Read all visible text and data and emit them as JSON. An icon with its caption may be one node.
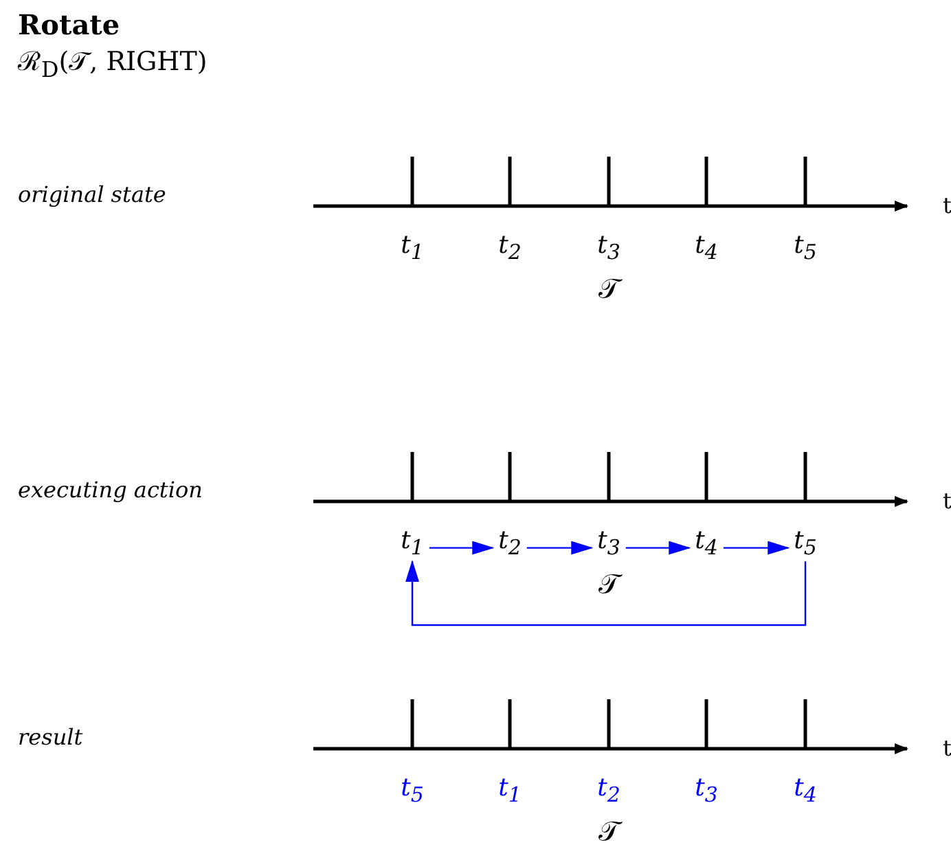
{
  "diagram": {
    "title": "Rotate",
    "nodes": [
      {
        "text": [
          "t$_{1}$"
        ]
      },
      {
        "text": [
          "t$_{2}$"
        ]
      },
      {
        "text": [
          "t$_{3}$"
        ]
      },
      {
        "text": [
          "t$_{4}$"
        ]
      },
      {
        "text": [
          "t$_{5}$"
        ]
      }
    ],
    "edges": [
      {
        "from": 0,
        "to": 1,
        "arrow": "to"
      },
      {
        "from": 1,
        "to": 2,
        "arrow": "to"
      },
      {
        "from": 2,
        "to": 3,
        "arrow": "to"
      },
      {
        "from": 3,
        "to": 4,
        "arrow": "to"
      },
      {
        "from": 4,
        "to": 0,
        "arrow": "to"
      }
    ],
    "labels": [
      "ℛ$_{D}$(𝒯, RIGHT)",
      "original state",
      "t",
      "t$_{1}$",
      "t$_{2}$",
      "t$_{3}$",
      "t$_{4}$",
      "t$_{5}$",
      "𝒯",
      "executing action",
      "t",
      "𝒯",
      "result",
      "t",
      "t$_{5}$",
      "t$_{1}$",
      "t$_{2}$",
      "t$_{3}$",
      "t$_{4}$",
      "𝒯"
    ]
  }
}
